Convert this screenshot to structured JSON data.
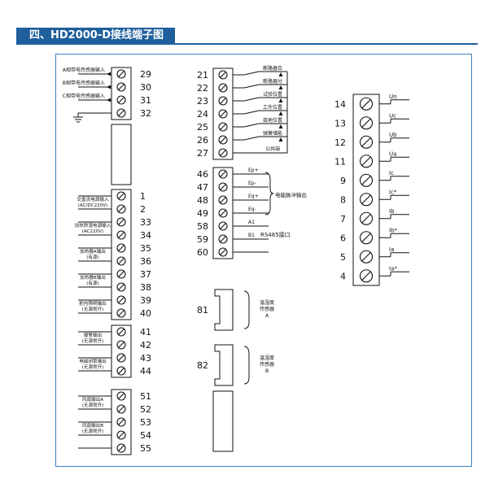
{
  "header": {
    "title": "四、HD2000-D接线端子图"
  },
  "left_column": {
    "groups": [
      {
        "id": "sensor-inputs",
        "terminals": [
          "29",
          "30",
          "31",
          "32"
        ],
        "labels": [
          {
            "row": 0,
            "lines": [
              "A相带电传感器输入"
            ],
            "arrow": true
          },
          {
            "row": 1,
            "lines": [
              "B相带电传感器输入"
            ],
            "arrow": true
          },
          {
            "row": 2,
            "lines": [
              "C相带电传感器输入"
            ],
            "arrow": true
          }
        ],
        "ground": true
      },
      {
        "id": "power-heater",
        "terminals": [
          "1",
          "2",
          "33",
          "34",
          "35",
          "36",
          "37",
          "38",
          "39",
          "40"
        ],
        "labels": [
          {
            "row": 0.5,
            "lines": [
              "交直流电源输入",
              "(AC/DC220V)"
            ]
          },
          {
            "row": 2.5,
            "lines": [
              "加热除湿电源输入",
              "(AC220V)"
            ]
          },
          {
            "row": 4.5,
            "lines": [
              "加热器A输出",
              "(有源)"
            ]
          },
          {
            "row": 6.5,
            "lines": [
              "加热器B输出",
              "(有源)"
            ]
          },
          {
            "row": 8.5,
            "lines": [
              "柜内照明输出",
              "(无源常开)"
            ]
          }
        ]
      },
      {
        "id": "alarm-lock",
        "terminals": [
          "41",
          "42",
          "43",
          "44"
        ],
        "labels": [
          {
            "row": 0.5,
            "lines": [
              "报警输出",
              "(无源常开)"
            ]
          },
          {
            "row": 2.5,
            "lines": [
              "电磁闭锁输出",
              "(无源常开)"
            ]
          }
        ]
      },
      {
        "id": "fan",
        "terminals": [
          "51",
          "52",
          "53",
          "54",
          "55"
        ],
        "labels": [
          {
            "row": 0.5,
            "lines": [
              "风扇输出A",
              "(无源常开)"
            ]
          },
          {
            "row": 2.5,
            "lines": [
              "风扇输出B",
              "(无源常开)"
            ]
          }
        ]
      }
    ]
  },
  "middle_column": {
    "status_terminals": [
      "21",
      "22",
      "23",
      "24",
      "25",
      "26",
      "27"
    ],
    "status_labels": [
      "断路器合",
      "断路器分",
      "试验位置",
      "工作位置",
      "接地位置",
      "弹簧储能",
      "公共端"
    ],
    "pulse_terminals": [
      "46",
      "47",
      "48",
      "49",
      "58",
      "59",
      "60"
    ],
    "pulse_wire_labels": [
      "Ep+",
      "Ep-",
      "Eq+",
      "Eq-",
      "A1",
      "B1",
      ""
    ],
    "pulse_output_label": "电能脉冲输出",
    "rs485_label": "RS485接口",
    "sensors": [
      {
        "terminal": "81",
        "lines": [
          "温湿度",
          "传感器",
          "A"
        ]
      },
      {
        "terminal": "82",
        "lines": [
          "温湿度",
          "传感器",
          "B"
        ]
      }
    ]
  },
  "right_column": {
    "terminals": [
      "14",
      "13",
      "12",
      "11",
      "9",
      "8",
      "7",
      "6",
      "5",
      "4"
    ],
    "labels": [
      "Un",
      "Uc",
      "Ub",
      "Ua",
      "Ic",
      "Ic*",
      "Ib",
      "Ib*",
      "Ia",
      "Ia*"
    ]
  }
}
